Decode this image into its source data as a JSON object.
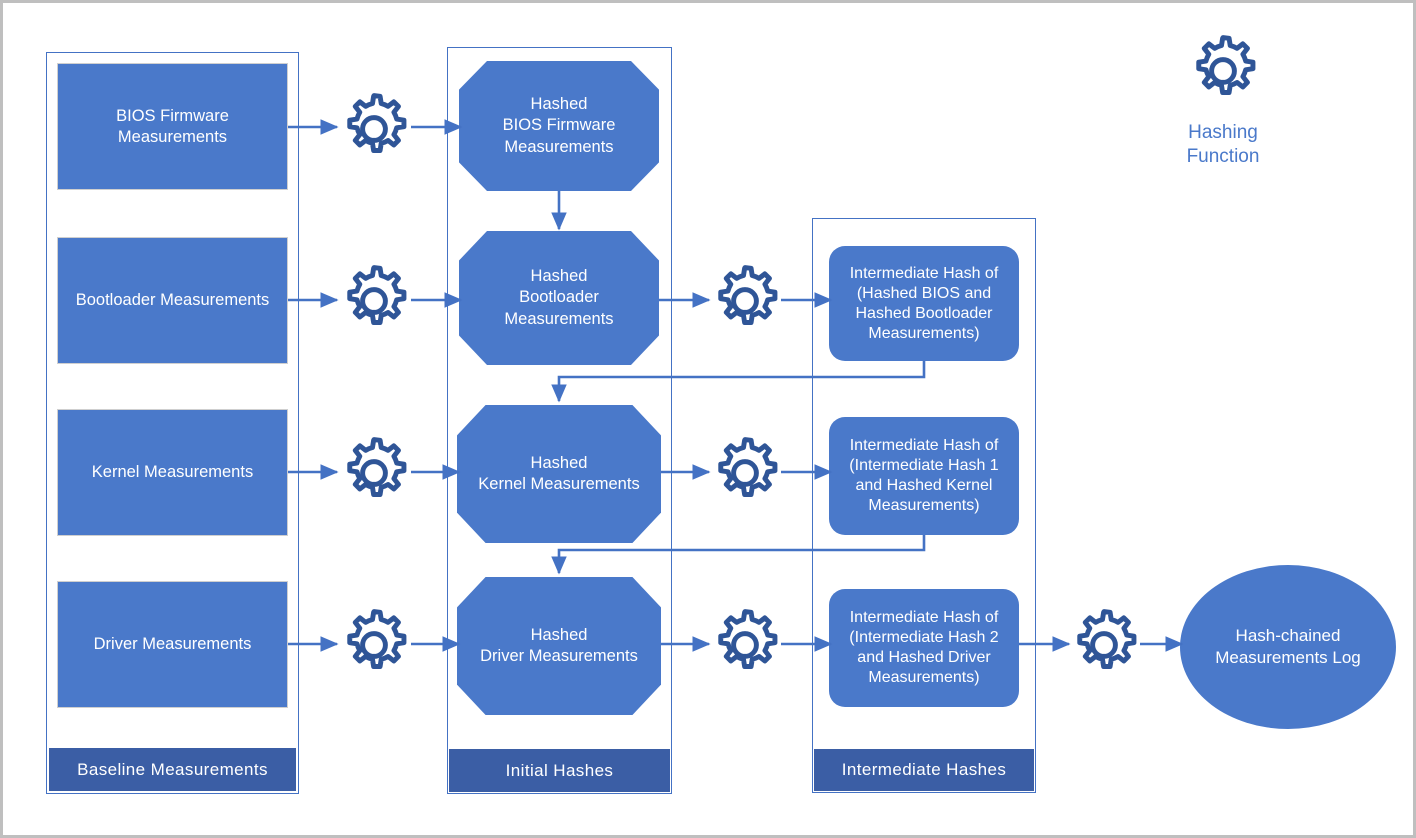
{
  "theme": {
    "fill_blue": "#4a79ca",
    "footer_blue": "#3b5ea5",
    "line_blue": "#4472c4",
    "gear_blue": "#2f5597",
    "outer_border": "#bfbfbf",
    "text_white": "#ffffff"
  },
  "legend": {
    "icon": "gear-icon",
    "label_line1": "Hashing",
    "label_line2": "Function"
  },
  "columns": [
    {
      "id": "baseline",
      "footer": "Baseline Measurements"
    },
    {
      "id": "initial",
      "footer": "Initial Hashes"
    },
    {
      "id": "intermediate",
      "footer": "Intermediate Hashes"
    }
  ],
  "baseline_measurements": [
    {
      "id": "bios",
      "lines": [
        "BIOS Firmware",
        "Measurements"
      ]
    },
    {
      "id": "bootloader",
      "lines": [
        "Bootloader Measurements"
      ]
    },
    {
      "id": "kernel",
      "lines": [
        "Kernel Measurements"
      ]
    },
    {
      "id": "driver",
      "lines": [
        "Driver Measurements"
      ]
    }
  ],
  "initial_hashes": [
    {
      "id": "hashed-bios",
      "lines": [
        "Hashed",
        "BIOS Firmware",
        "Measurements"
      ]
    },
    {
      "id": "hashed-bootloader",
      "lines": [
        "Hashed",
        "Bootloader",
        "Measurements"
      ]
    },
    {
      "id": "hashed-kernel",
      "lines": [
        "Hashed",
        "Kernel Measurements"
      ]
    },
    {
      "id": "hashed-driver",
      "lines": [
        "Hashed",
        "Driver Measurements"
      ]
    }
  ],
  "intermediate_hashes": [
    {
      "id": "ih1",
      "lines": [
        "Intermediate Hash of",
        "(Hashed BIOS and",
        "Hashed Bootloader",
        "Measurements)"
      ]
    },
    {
      "id": "ih2",
      "lines": [
        "Intermediate Hash of",
        "(Intermediate Hash 1",
        "and Hashed Kernel",
        "Measurements)"
      ]
    },
    {
      "id": "ih3",
      "lines": [
        "Intermediate Hash of",
        "(Intermediate Hash 2",
        "and Hashed Driver",
        "Measurements)"
      ]
    }
  ],
  "output": {
    "id": "hash-chained-log",
    "lines": [
      "Hash-chained",
      "Measurements Log"
    ]
  },
  "gears": [
    {
      "id": "gear-bios-row"
    },
    {
      "id": "gear-bootloader-row"
    },
    {
      "id": "gear-kernel-row"
    },
    {
      "id": "gear-driver-row"
    },
    {
      "id": "gear-ih1"
    },
    {
      "id": "gear-ih2"
    },
    {
      "id": "gear-ih3"
    },
    {
      "id": "gear-final"
    }
  ]
}
